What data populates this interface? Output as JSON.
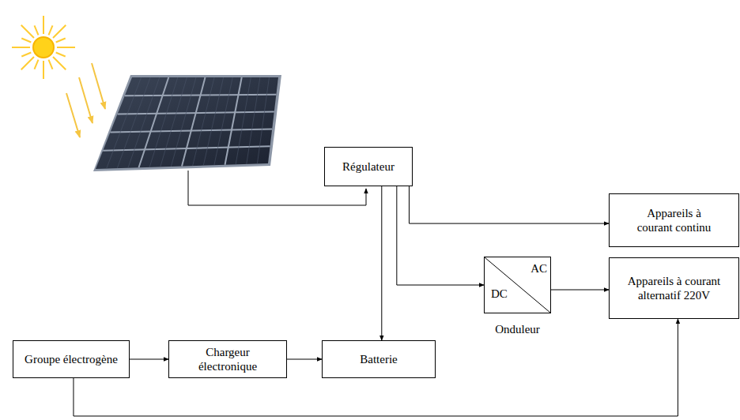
{
  "diagram": {
    "nodes": [
      {
        "text": [
          "Régulateur"
        ]
      },
      {
        "text": [
          "Appareils à courant continu"
        ]
      },
      {
        "text": [
          "AC",
          "DC",
          "Onduleur"
        ]
      },
      {
        "text": [
          "Appareils à courant alternatif 220V"
        ]
      },
      {
        "text": [
          "Groupe électrogène"
        ]
      },
      {
        "text": [
          "Chargeur électronique"
        ]
      },
      {
        "text": [
          "Batterie"
        ]
      }
    ],
    "edges": [
      {
        "from": 0,
        "to": 1,
        "arrow": "to"
      },
      {
        "from": 0,
        "to": 2,
        "arrow": "to"
      },
      {
        "from": 0,
        "to": 6,
        "arrow": "to"
      },
      {
        "from": 2,
        "to": 3,
        "arrow": "to"
      },
      {
        "from": 4,
        "to": 5,
        "arrow": "to"
      },
      {
        "from": 5,
        "to": 6,
        "arrow": "to"
      },
      {
        "from": 4,
        "to": 3,
        "arrow": "to"
      }
    ]
  }
}
